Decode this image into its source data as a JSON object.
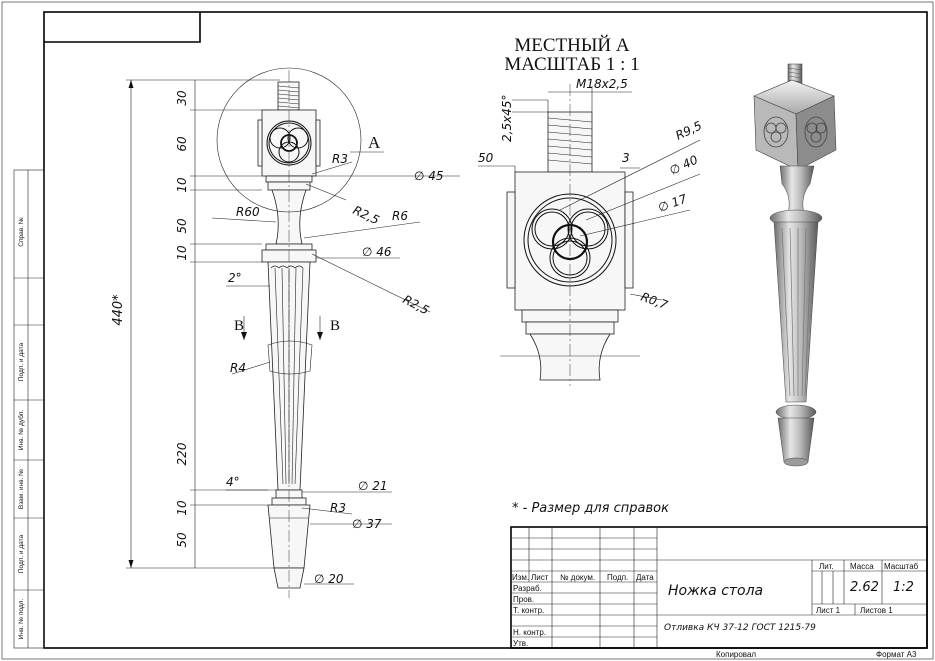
{
  "sheet": {
    "detail_title_line1": "МЕСТНЫЙ А",
    "detail_title_line2": "МАСШТАБ 1 : 1",
    "note": "* - Размер для справок",
    "side_labels": [
      "Справ. №",
      "Подп. и дата",
      "Инв. № дубл.",
      "Взам. инв. №",
      "Подп. и дата",
      "Инв. № подл."
    ]
  },
  "main_view": {
    "vertical_dims": [
      "30",
      "60",
      "10",
      "50",
      "10",
      "220",
      "10",
      "50"
    ],
    "overall_dim": "440*",
    "labels": {
      "R60": "R60",
      "R3_top": "R3",
      "R2_5_top": "R2,5",
      "R6": "R6",
      "d45": "∅ 45",
      "d46": "∅ 46",
      "R2_5_bot": "R2,5",
      "angle2": "2°",
      "angle4": "4°",
      "R4": "R4",
      "d21": "∅ 21",
      "R3_bot": "R3",
      "d37": "∅ 37",
      "d20": "∅ 20",
      "section_B_left": "B",
      "section_B_right": "B",
      "callout_A": "A"
    }
  },
  "detail_view": {
    "labels": {
      "thread": "M18x2,5",
      "chamfer": "2,5x45°",
      "dim50": "50",
      "dim3": "3",
      "R9_5": "R9,5",
      "d40": "∅ 40",
      "d17": "∅ 17",
      "R0_7": "R0,7"
    }
  },
  "title_block": {
    "part_name": "Ножка стола",
    "material": "Отливка КЧ 37-12 ГОСТ 1215-79",
    "headers": {
      "lit": "Лит.",
      "mass": "Масса",
      "scale": "Масштаб"
    },
    "mass_value": "2.62",
    "scale_value": "1:2",
    "sheet": "Лист 1",
    "sheets": "Листов 1",
    "columns": [
      "Изм.",
      "Лист",
      "№ докум.",
      "Подп.",
      "Дата"
    ],
    "rows": [
      "Разраб.",
      "Пров.",
      "Т. контр.",
      "Н. контр.",
      "Утв."
    ],
    "copied": "Копировал",
    "format": "Формат А3"
  }
}
